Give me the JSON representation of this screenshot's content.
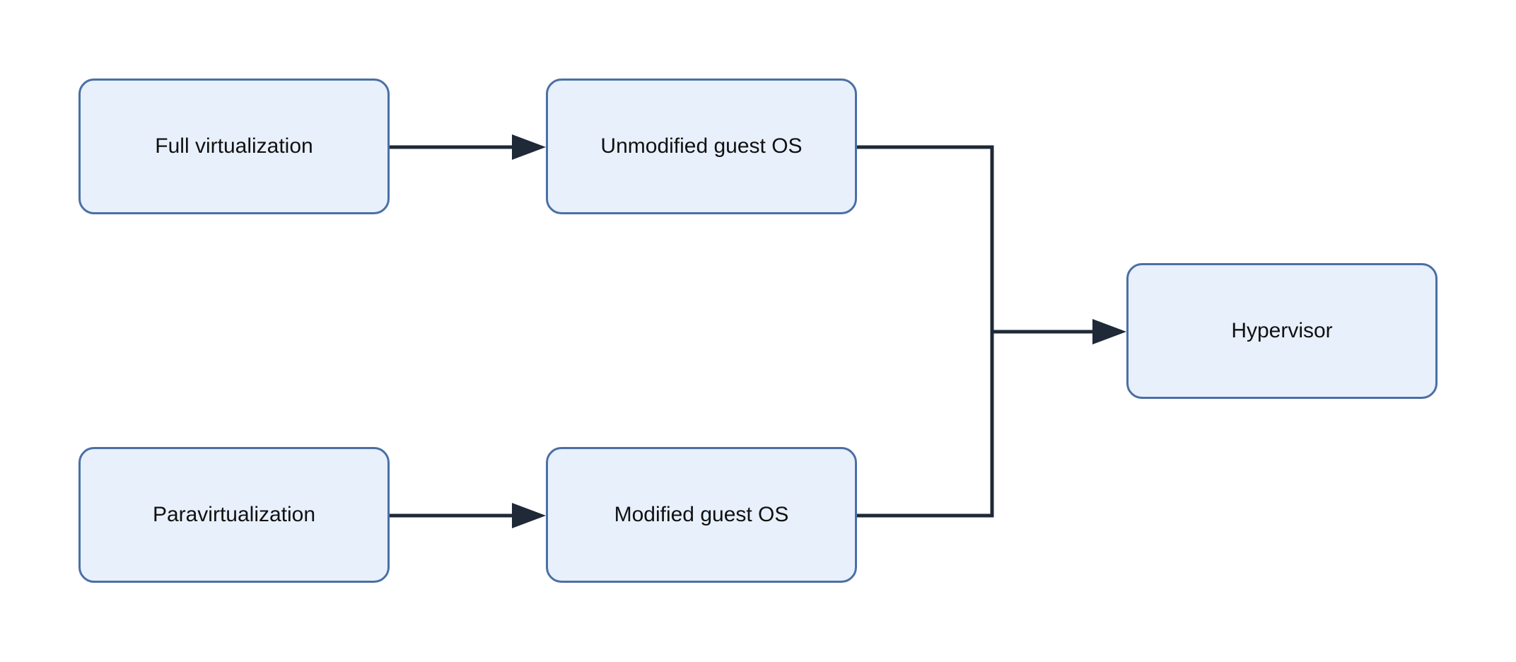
{
  "diagram": {
    "nodes": {
      "full_virtualization": "Full virtualization",
      "unmodified_guest_os": "Unmodified guest OS",
      "hypervisor": "Hypervisor",
      "paravirtualization": "Paravirtualization",
      "modified_guest_os": "Modified guest OS"
    },
    "edges": [
      {
        "from": "full_virtualization",
        "to": "unmodified_guest_os"
      },
      {
        "from": "paravirtualization",
        "to": "modified_guest_os"
      },
      {
        "from": "unmodified_guest_os",
        "to": "hypervisor"
      },
      {
        "from": "modified_guest_os",
        "to": "hypervisor"
      }
    ],
    "colors": {
      "node_fill": "#e8f0fc",
      "node_border": "#4a6fa5",
      "edge": "#1f2937",
      "text": "#111111"
    }
  }
}
